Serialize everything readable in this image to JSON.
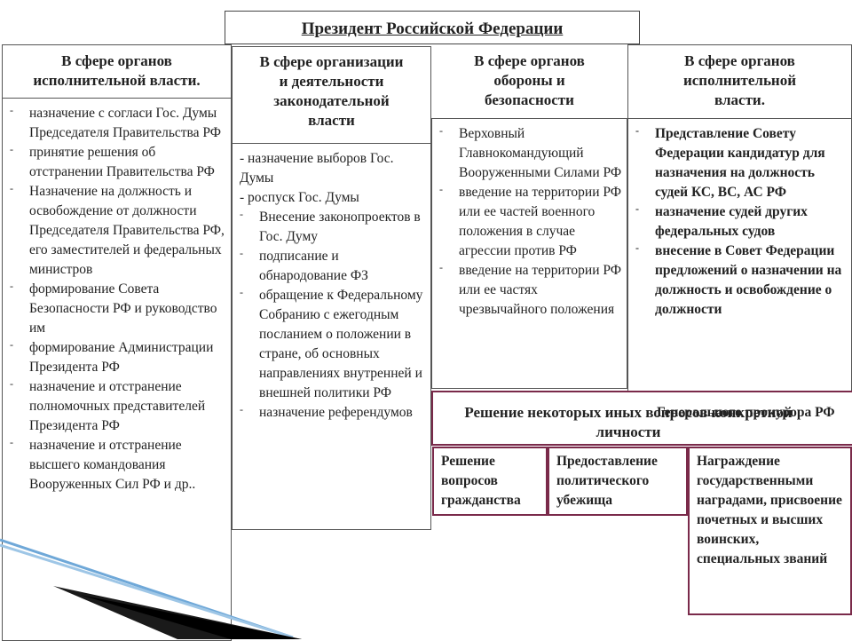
{
  "title": "Президент Российской Федерации",
  "columns": [
    {
      "heading": [
        "В сфере органов",
        "исполнительной власти."
      ],
      "items": [
        {
          "marker": "-",
          "text": "  назначение с согласи Гос. Думы Председателя Правительства РФ"
        },
        {
          "marker": "-",
          "text": "  принятие решения об отстранении Правительства РФ"
        },
        {
          "marker": "-",
          "text": "Назначение на должность и освобождение от должности Председателя Правительства РФ, его заместителей и федеральных министров"
        },
        {
          "marker": "-",
          "text": "  формирование Совета Безопасности РФ и руководство им"
        },
        {
          "marker": "-",
          "text": "  формирование Администрации Президента РФ"
        },
        {
          "marker": "-",
          "text": "  назначение и отстранение полномочных представителей Президента РФ"
        },
        {
          "marker": "-",
          "text": "  назначение и отстранение высшего командования Вооруженных Сил РФ и др.."
        }
      ]
    },
    {
      "heading": [
        "В сфере организации",
        "и деятельности",
        "законодательной",
        "власти"
      ],
      "items": [
        {
          "marker": "",
          "text": "- назначение  выборов Гос. Думы"
        },
        {
          "marker": "",
          "text": "- роспуск Гос. Думы"
        },
        {
          "marker": "-",
          "text": "Внесение законопроектов в Гос. Думу"
        },
        {
          "marker": "-",
          "text": "  подписание и обнародование ФЗ"
        },
        {
          "marker": "-",
          "text": "  обращение к Федеральному Собранию с ежегодным посланием о положении в стране, об основных направлениях внутренней и внешней политики РФ"
        },
        {
          "marker": "-",
          "text": "  назначение референдумов"
        }
      ]
    },
    {
      "heading": [
        "В сфере органов",
        "обороны и",
        "безопасности"
      ],
      "items": [
        {
          "marker": "-",
          "text": "Верховный Главнокомандующий Вооруженными Силами РФ"
        },
        {
          "marker": "-",
          "text": "  введение на территории РФ или ее частей военного положения в случае агрессии против РФ"
        },
        {
          "marker": "-",
          "text": "  введение на территории РФ или ее частях чрезвычайного положения"
        }
      ]
    },
    {
      "heading": [
        "В сфере органов",
        "исполнительной",
        "власти."
      ],
      "items": [
        {
          "marker": "-",
          "text": "Представление Совету Федерации кандидатур для назначения на должность судей КС, ВС, АС РФ"
        },
        {
          "marker": "-",
          "text": "  назначение судей других федеральных судов"
        },
        {
          "marker": "-",
          "text": "  внесение в Совет Федерации предложений о назначении на должность  и освобождение о должности"
        }
      ]
    }
  ],
  "personality": {
    "heading": "Решение некоторых иных вопросов конкретной личности",
    "overlap_text": "Генерального прокурора РФ",
    "sub": [
      "Решение вопросов гражданства",
      "Предоставление политического убежища",
      "Награждение государственными наградами, присвоение почетных и высших воинских, специальных званий"
    ]
  }
}
